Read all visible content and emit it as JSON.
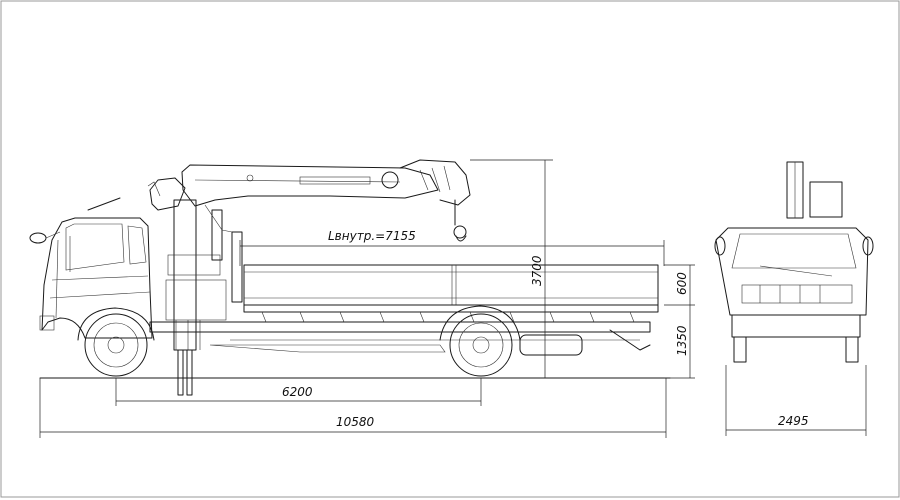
{
  "drawing": {
    "dimensions": {
      "inner_length": "Lвнутр.=7155",
      "overall_height": "3700",
      "side_height": "600",
      "platform_height": "1350",
      "wheelbase": "6200",
      "overall_length": "10580",
      "overall_width": "2495"
    }
  }
}
